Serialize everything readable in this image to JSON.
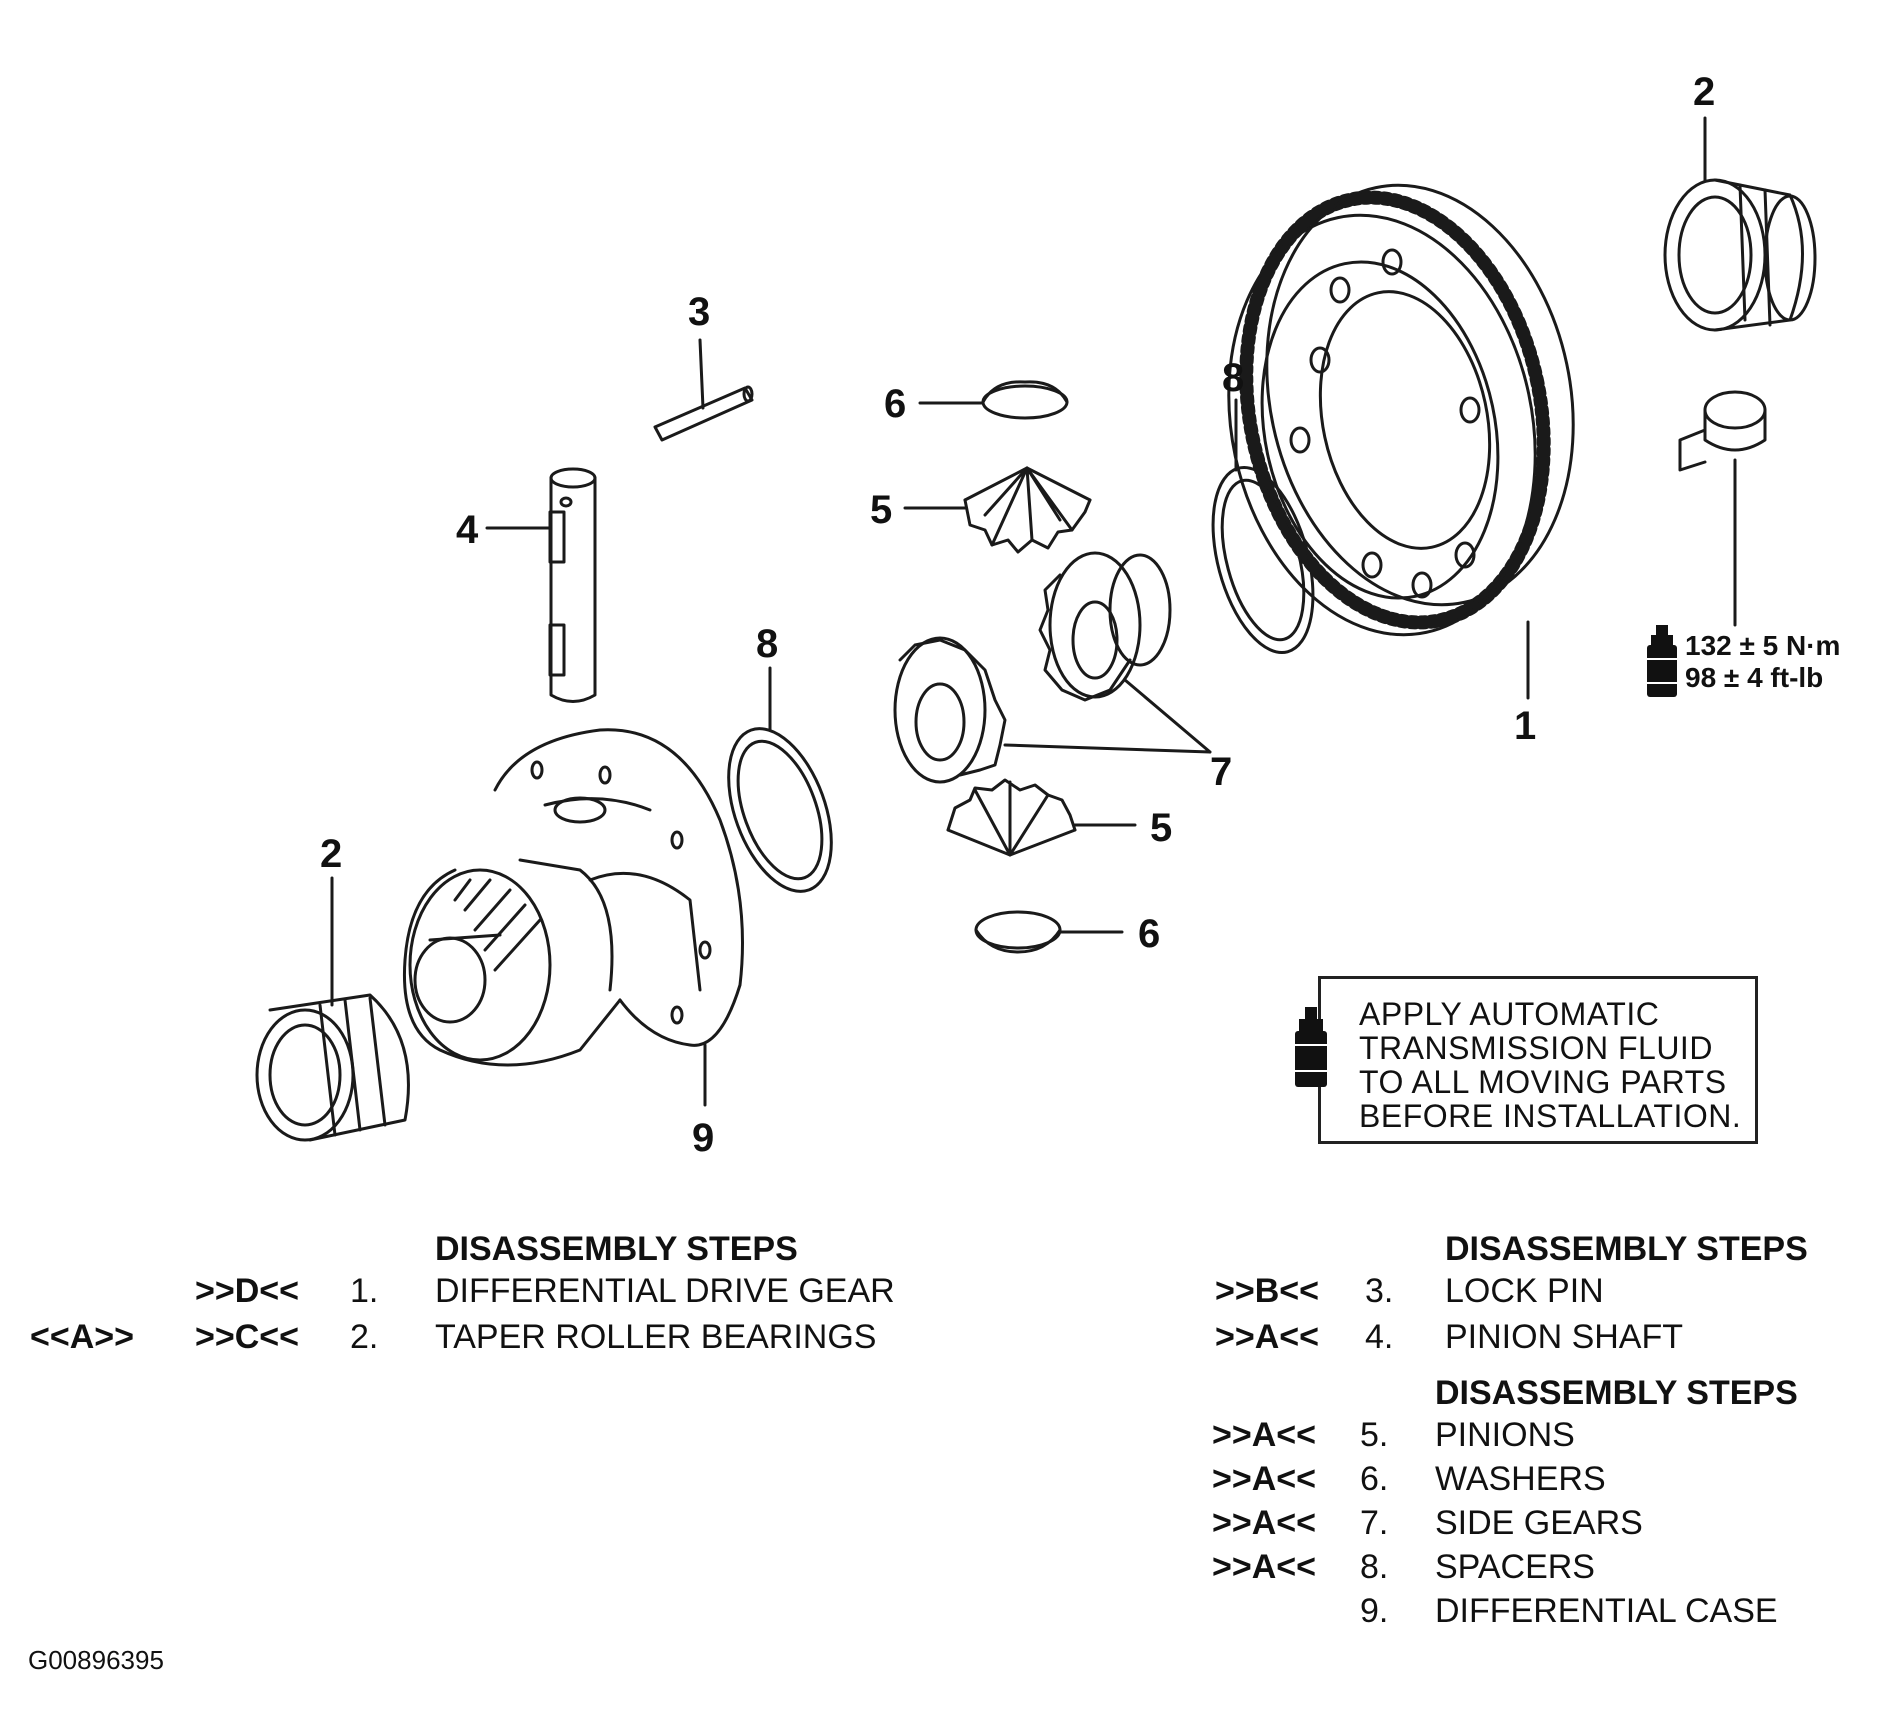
{
  "callouts": {
    "c1": "1",
    "c2a": "2",
    "c2b": "2",
    "c3": "3",
    "c4": "4",
    "c5a": "5",
    "c5b": "5",
    "c6a": "6",
    "c6b": "6",
    "c7": "7",
    "c8a": "8",
    "c8b": "8",
    "c9": "9"
  },
  "torque": {
    "metric": "132 ± 5 N·m",
    "imperial": "98 ± 4 ft-lb"
  },
  "note": {
    "lines": [
      "APPLY AUTOMATIC",
      "TRANSMISSION FLUID",
      "TO ALL MOVING PARTS",
      "BEFORE INSTALLATION."
    ]
  },
  "icons": {
    "lubricant": "lubricant-bottle-icon"
  },
  "steps_left": {
    "header": "DISASSEMBLY STEPS",
    "rows": [
      {
        "ref": "",
        "ref2": ">>D<<",
        "num": "1.",
        "name": "DIFFERENTIAL DRIVE GEAR"
      },
      {
        "ref": "<<A>>",
        "ref2": ">>C<<",
        "num": "2.",
        "name": "TAPER ROLLER BEARINGS"
      }
    ]
  },
  "steps_right_a": {
    "header": "DISASSEMBLY STEPS",
    "rows": [
      {
        "ref": ">>B<<",
        "num": "3.",
        "name": "LOCK PIN"
      },
      {
        "ref": ">>A<<",
        "num": "4.",
        "name": "PINION SHAFT"
      }
    ]
  },
  "steps_right_b": {
    "header": "DISASSEMBLY STEPS",
    "rows": [
      {
        "ref": ">>A<<",
        "num": "5.",
        "name": "PINIONS"
      },
      {
        "ref": ">>A<<",
        "num": "6.",
        "name": "WASHERS"
      },
      {
        "ref": ">>A<<",
        "num": "7.",
        "name": "SIDE GEARS"
      },
      {
        "ref": ">>A<<",
        "num": "8.",
        "name": "SPACERS"
      },
      {
        "ref": "",
        "num": "9.",
        "name": "DIFFERENTIAL CASE"
      }
    ]
  },
  "figure_id": "G00896395"
}
